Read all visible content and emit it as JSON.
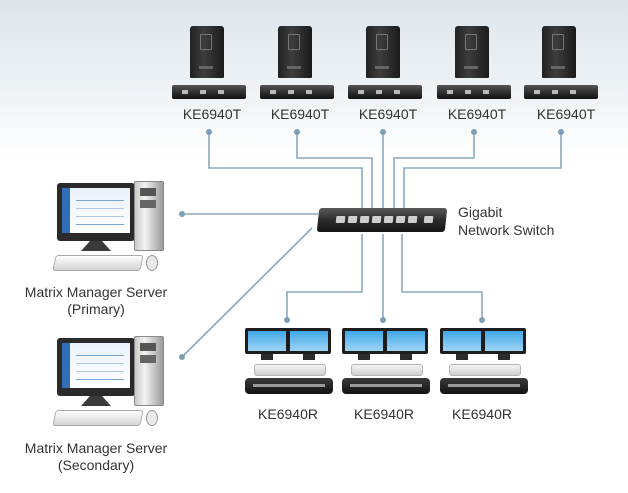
{
  "transmitters": [
    {
      "label": "KE6940T"
    },
    {
      "label": "KE6940T"
    },
    {
      "label": "KE6940T"
    },
    {
      "label": "KE6940T"
    },
    {
      "label": "KE6940T"
    }
  ],
  "switch": {
    "label_line1": "Gigabit",
    "label_line2": "Network Switch"
  },
  "receivers": [
    {
      "label": "KE6940R"
    },
    {
      "label": "KE6940R"
    },
    {
      "label": "KE6940R"
    }
  ],
  "servers": [
    {
      "label_line1": "Matrix Manager Server",
      "label_line2": "(Primary)"
    },
    {
      "label_line1": "Matrix Manager Server",
      "label_line2": "(Secondary)"
    }
  ],
  "colors": {
    "cable": "#8aa8bc",
    "cable_end": "#7d9fb6",
    "text": "#333333"
  }
}
